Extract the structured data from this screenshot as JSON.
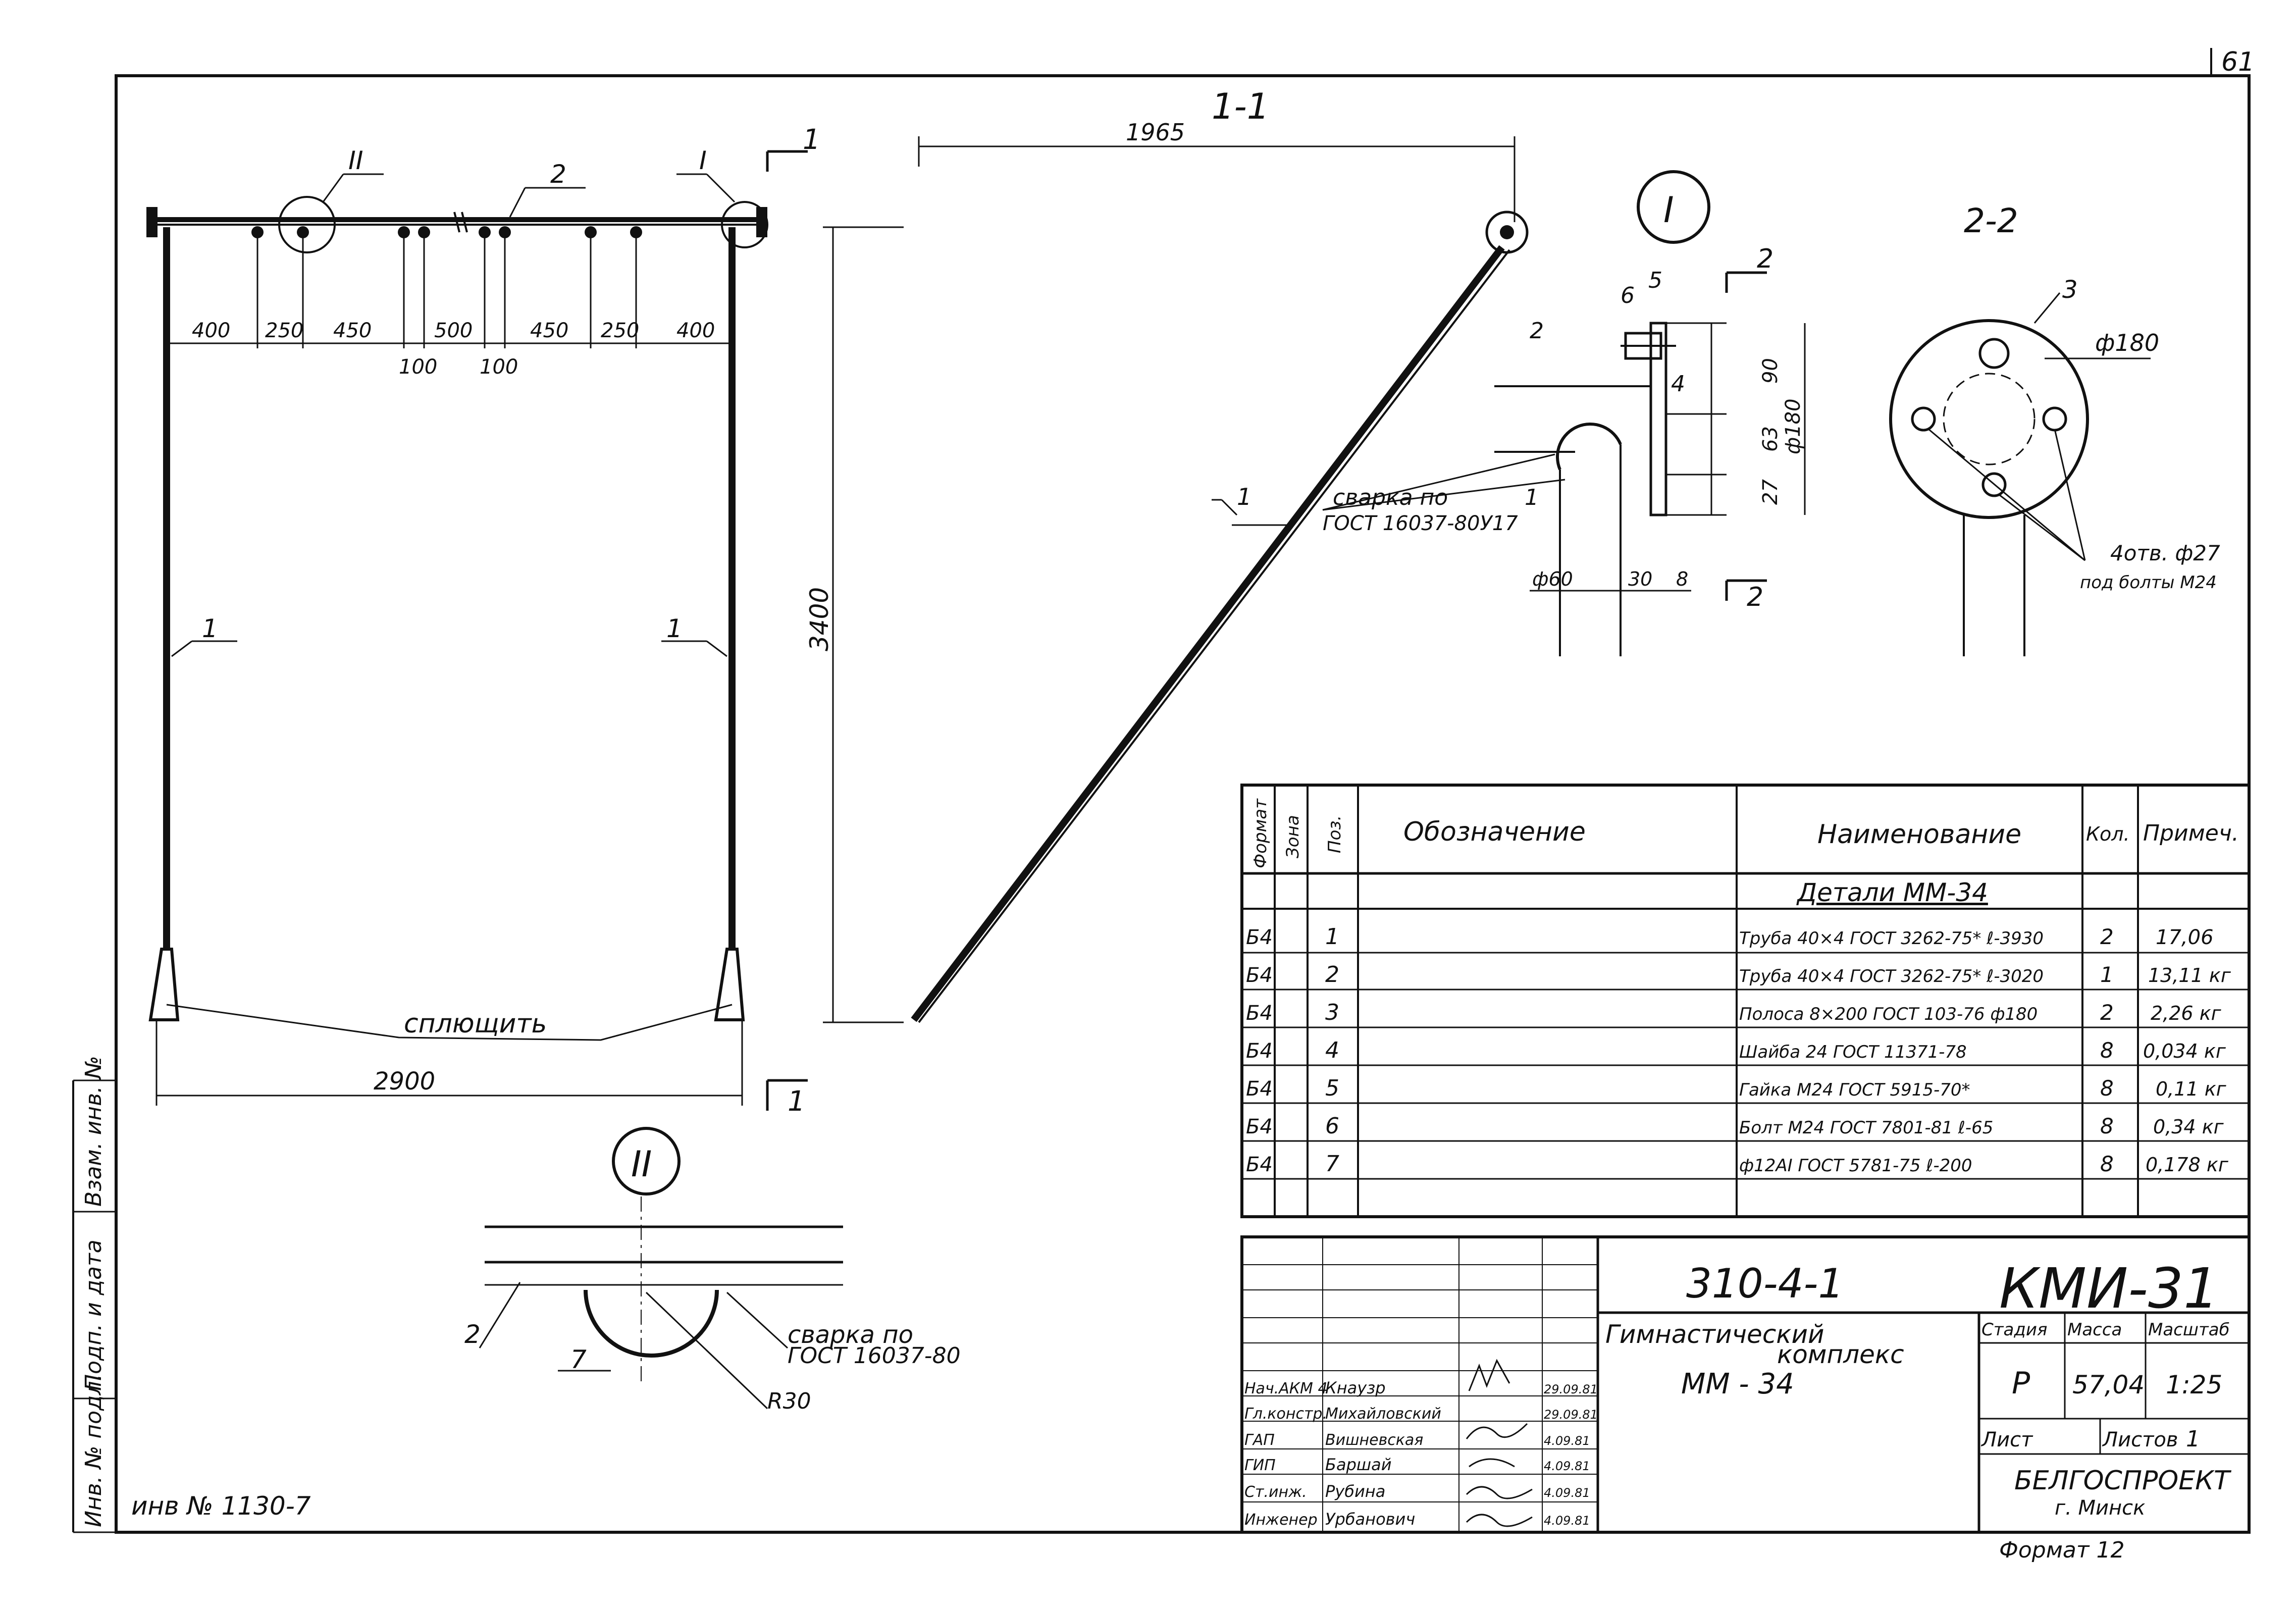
{
  "sheet_number": "61",
  "views": {
    "front_label": "1-1",
    "section_label": "2-2",
    "detail_i_label": "I",
    "detail_ii_label": "II",
    "cut_mark": "1",
    "cut_mark_2": "2"
  },
  "front_view": {
    "pos_labels": {
      "pipe_top": "2",
      "post_left": "1",
      "post_right": "1",
      "callout_ii": "II",
      "callout_i": "I"
    },
    "spacings": [
      "400",
      "250",
      "450",
      "500",
      "450",
      "250",
      "400"
    ],
    "sub_spacings": [
      "100",
      "100"
    ],
    "height": "3400",
    "width": "2900",
    "flatten_note": "сплющить"
  },
  "side_view": {
    "span": "1965",
    "pos_label": "1",
    "weld_note_1": "сварка по",
    "weld_note_2": "ГОСТ 16037-80У17"
  },
  "detail_i": {
    "pos_labels": [
      "6",
      "5",
      "2",
      "4",
      "1"
    ],
    "dims_vertical": [
      "90",
      "63",
      "27"
    ],
    "dia_180": "ф180",
    "dims_bottom": [
      "ф60",
      "30",
      "8"
    ]
  },
  "section_2_2": {
    "pos_label": "3",
    "diameter": "ф180",
    "holes_note_1": "4отв. ф27",
    "holes_note_2": "под болты М24"
  },
  "detail_ii": {
    "pos_2": "2",
    "pos_7": "7",
    "weld_1": "сварка по",
    "weld_2": "ГОСТ 16037-80",
    "radius": "R30"
  },
  "spec_table": {
    "headers": [
      "Формат",
      "Зона",
      "Поз.",
      "Обозначение",
      "Наименование",
      "Кол.",
      "Примеч."
    ],
    "section_title": "Детали ММ-34",
    "rows": [
      {
        "format": "Б4",
        "pos": "1",
        "name": "Труба 40×4 ГОСТ 3262-75* ℓ-3930",
        "qty": "2",
        "note": "17,06"
      },
      {
        "format": "Б4",
        "pos": "2",
        "name": "Труба 40×4 ГОСТ 3262-75* ℓ-3020",
        "qty": "1",
        "note": "13,11 кг"
      },
      {
        "format": "Б4",
        "pos": "3",
        "name": "Полоса 8×200 ГОСТ 103-76   ф180",
        "qty": "2",
        "note": "2,26 кг"
      },
      {
        "format": "Б4",
        "pos": "4",
        "name": "Шайба 24 ГОСТ 11371-78",
        "qty": "8",
        "note": "0,034 кг"
      },
      {
        "format": "Б4",
        "pos": "5",
        "name": "Гайка М24 ГОСТ 5915-70*",
        "qty": "8",
        "note": "0,11 кг"
      },
      {
        "format": "Б4",
        "pos": "6",
        "name": "Болт М24 ГОСТ 7801-81 ℓ-65",
        "qty": "8",
        "note": "0,34 кг"
      },
      {
        "format": "Б4",
        "pos": "7",
        "name": "ф12АI ГОСТ 5781-75   ℓ-200",
        "qty": "8",
        "note": "0,178 кг"
      }
    ]
  },
  "title_block": {
    "project_code": "310-4-1",
    "drawing_code": "КМИ-31",
    "title_1": "Гимнастический",
    "title_2": "комплекс",
    "title_3": "ММ - 34",
    "stage_header": "Стадия",
    "mass_header": "Масса",
    "scale_header": "Масштаб",
    "stage": "Р",
    "mass": "57,04",
    "scale": "1:25",
    "sheet_label": "Лист",
    "sheets_label": "Листов",
    "sheets_count": "1",
    "org": "БЕЛГОСПРОЕКТ",
    "city": "г. Минск",
    "format": "Формат 12",
    "staff": [
      {
        "role": "Нач.АКМ 4",
        "name": "Кнаузр",
        "date": "29.09.81"
      },
      {
        "role": "Гл.констр.",
        "name": "Михайловский",
        "date": "29.09.81"
      },
      {
        "role": "ГАП",
        "name": "Вишневская",
        "date": "4.09.81"
      },
      {
        "role": "ГИП",
        "name": "Баршай",
        "date": "4.09.81"
      },
      {
        "role": "Ст.инж.",
        "name": "Рубина",
        "date": "4.09.81"
      },
      {
        "role": "Инженер",
        "name": "Урбанович",
        "date": "4.09.81"
      }
    ]
  },
  "side_stamp": [
    "Инв. № подл.",
    "Подп. и дата",
    "Взам. инв. №"
  ],
  "inventory": "инв № 1130-7"
}
